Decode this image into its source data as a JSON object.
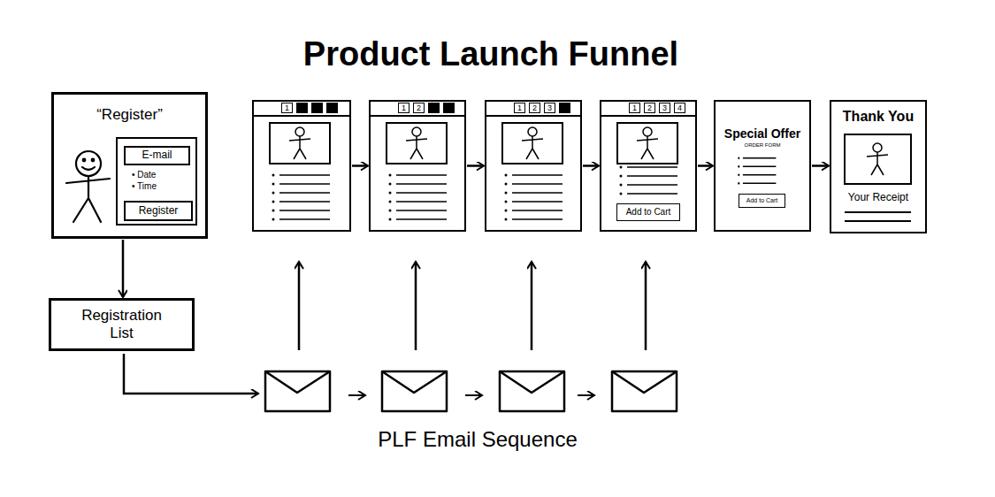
{
  "diagram": {
    "title": "Product Launch Funnel",
    "nodes": [
      {
        "text": [
          "“Register”"
        ]
      },
      {
        "text": [
          "• Date",
          "• Time"
        ],
        "in": 0
      },
      {
        "text": [
          "E-mail"
        ],
        "in": 1
      },
      {
        "text": [
          "Register"
        ],
        "in": 1
      },
      {
        "text": [
          "Registration List"
        ]
      },
      {
        "text": [
          "1"
        ]
      },
      {
        "text": [
          "1",
          "2"
        ]
      },
      {
        "text": [
          "1",
          "2",
          "3"
        ]
      },
      {
        "text": [
          "1",
          "2",
          "3",
          "4"
        ]
      },
      {
        "text": [
          "Add to Cart"
        ],
        "in": 8
      },
      {
        "text": [
          "Special Offer",
          "ORDER FORM"
        ]
      },
      {
        "text": [
          "Add to Cart"
        ],
        "in": 10
      },
      {
        "text": [
          "Thank You",
          "Your Receipt"
        ]
      }
    ],
    "edges": [
      {
        "from": 0,
        "to": 4,
        "arrow": "to"
      },
      {
        "from": 5,
        "to": 6,
        "arrow": "to"
      },
      {
        "from": 6,
        "to": 7,
        "arrow": "to"
      },
      {
        "from": 7,
        "to": 8,
        "arrow": "to"
      },
      {
        "from": 8,
        "to": 10,
        "arrow": "to"
      },
      {
        "from": 10,
        "to": 12,
        "arrow": "to"
      }
    ],
    "labels": [
      "PLF Email Sequence"
    ]
  }
}
